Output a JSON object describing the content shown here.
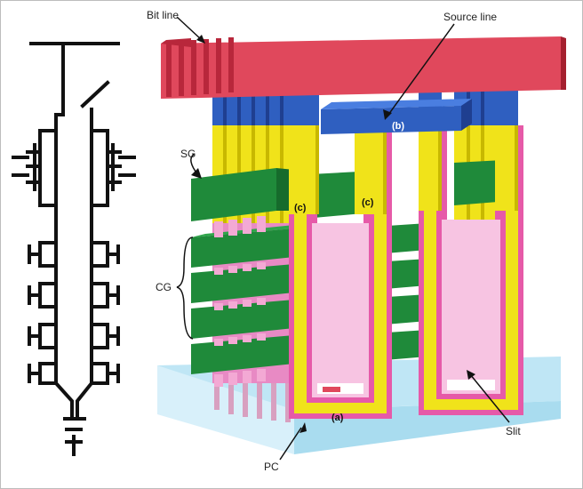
{
  "labels": {
    "bit_line": "Bit line",
    "source_line": "Source line",
    "sg": "SG",
    "cg": "CG",
    "slit": "Slit",
    "pc": "PC",
    "a": "(a)",
    "b": "(b)",
    "c1": "(c)",
    "c2": "(c)"
  },
  "colors": {
    "bit_line": "#e0485c",
    "source_line": "#2f5fc0",
    "channel": "#f0e31a",
    "gate": "#1f8a3a",
    "pc_liner": "#e070b0",
    "substrate": "#bfe6f5"
  }
}
